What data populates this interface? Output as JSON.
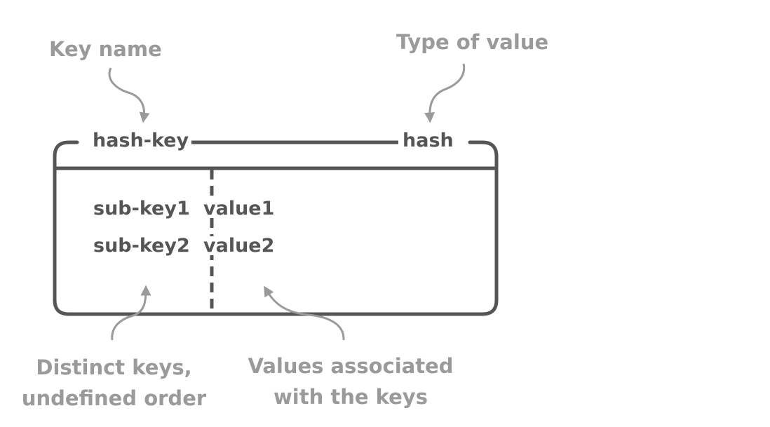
{
  "annotations": {
    "key_name": "Key name",
    "type_of_value": "Type of value",
    "distinct_keys_line1": "Distinct keys,",
    "distinct_keys_line2": "undefined order",
    "values_assoc_line1": "Values associated",
    "values_assoc_line2": "with the keys"
  },
  "box": {
    "key_label": "hash-key",
    "type_label": "hash"
  },
  "entries": [
    {
      "sub_key": "sub-key1",
      "value": "value1"
    },
    {
      "sub_key": "sub-key2",
      "value": "value2"
    }
  ],
  "colors": {
    "box_stroke": "#555555",
    "annotation_text": "#9a9a9a",
    "arrow": "#9a9a9a"
  }
}
